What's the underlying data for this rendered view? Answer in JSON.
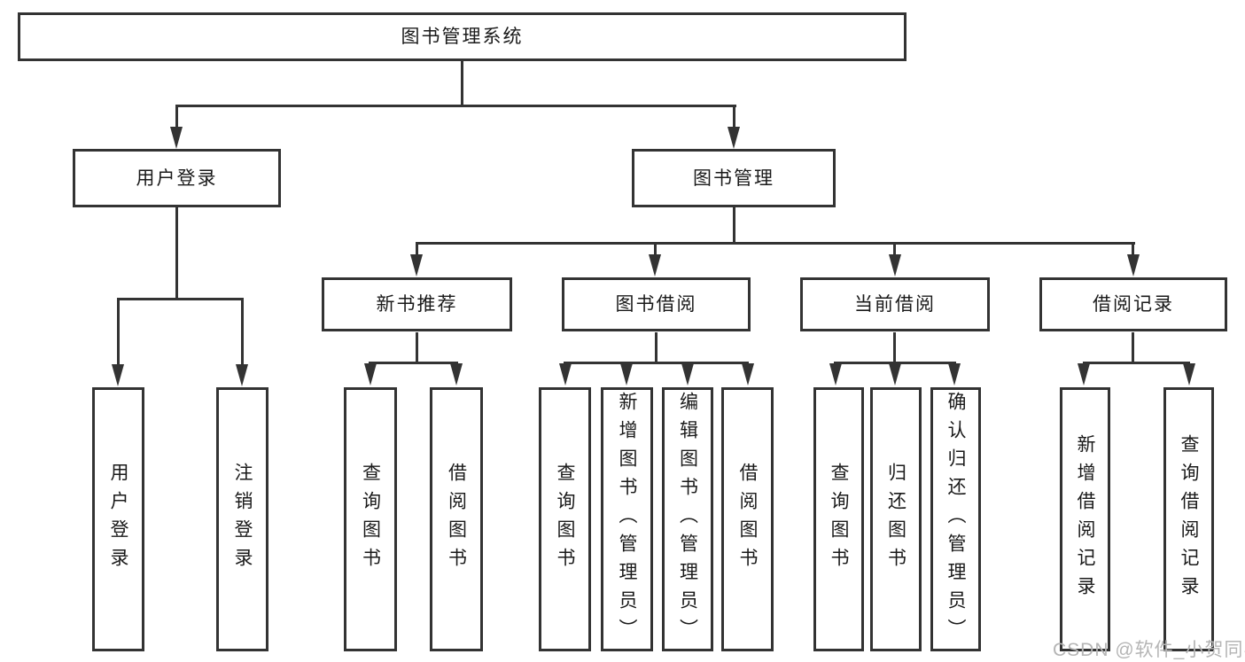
{
  "diagram_title": "图书管理系统",
  "watermark": {
    "text": "CSDN @软件_小贺同学"
  },
  "colors": {
    "line": "#333333",
    "box_border": "#333333",
    "box_fill": "#ffffff",
    "text": "#1a1a1a",
    "background": "#ffffff",
    "watermark": "#b5b5b5"
  },
  "tree": {
    "root": {
      "label": "图书管理系统"
    },
    "branches": [
      {
        "label": "用户登录",
        "children": [
          {
            "label": "用户登录"
          },
          {
            "label": "注销登录"
          }
        ]
      },
      {
        "label": "图书管理",
        "children": [
          {
            "label": "新书推荐",
            "children": [
              {
                "label": "查询图书"
              },
              {
                "label": "借阅图书"
              }
            ]
          },
          {
            "label": "图书借阅",
            "children": [
              {
                "label": "查询图书"
              },
              {
                "label": "新增图书（管理员）"
              },
              {
                "label": "编辑图书（管理员）"
              },
              {
                "label": "借阅图书"
              }
            ]
          },
          {
            "label": "当前借阅",
            "children": [
              {
                "label": "查询图书"
              },
              {
                "label": "归还图书"
              },
              {
                "label": "确认归还（管理员）"
              }
            ]
          },
          {
            "label": "借阅记录",
            "children": [
              {
                "label": "新增借阅记录"
              },
              {
                "label": "查询借阅记录"
              }
            ]
          }
        ]
      }
    ]
  }
}
